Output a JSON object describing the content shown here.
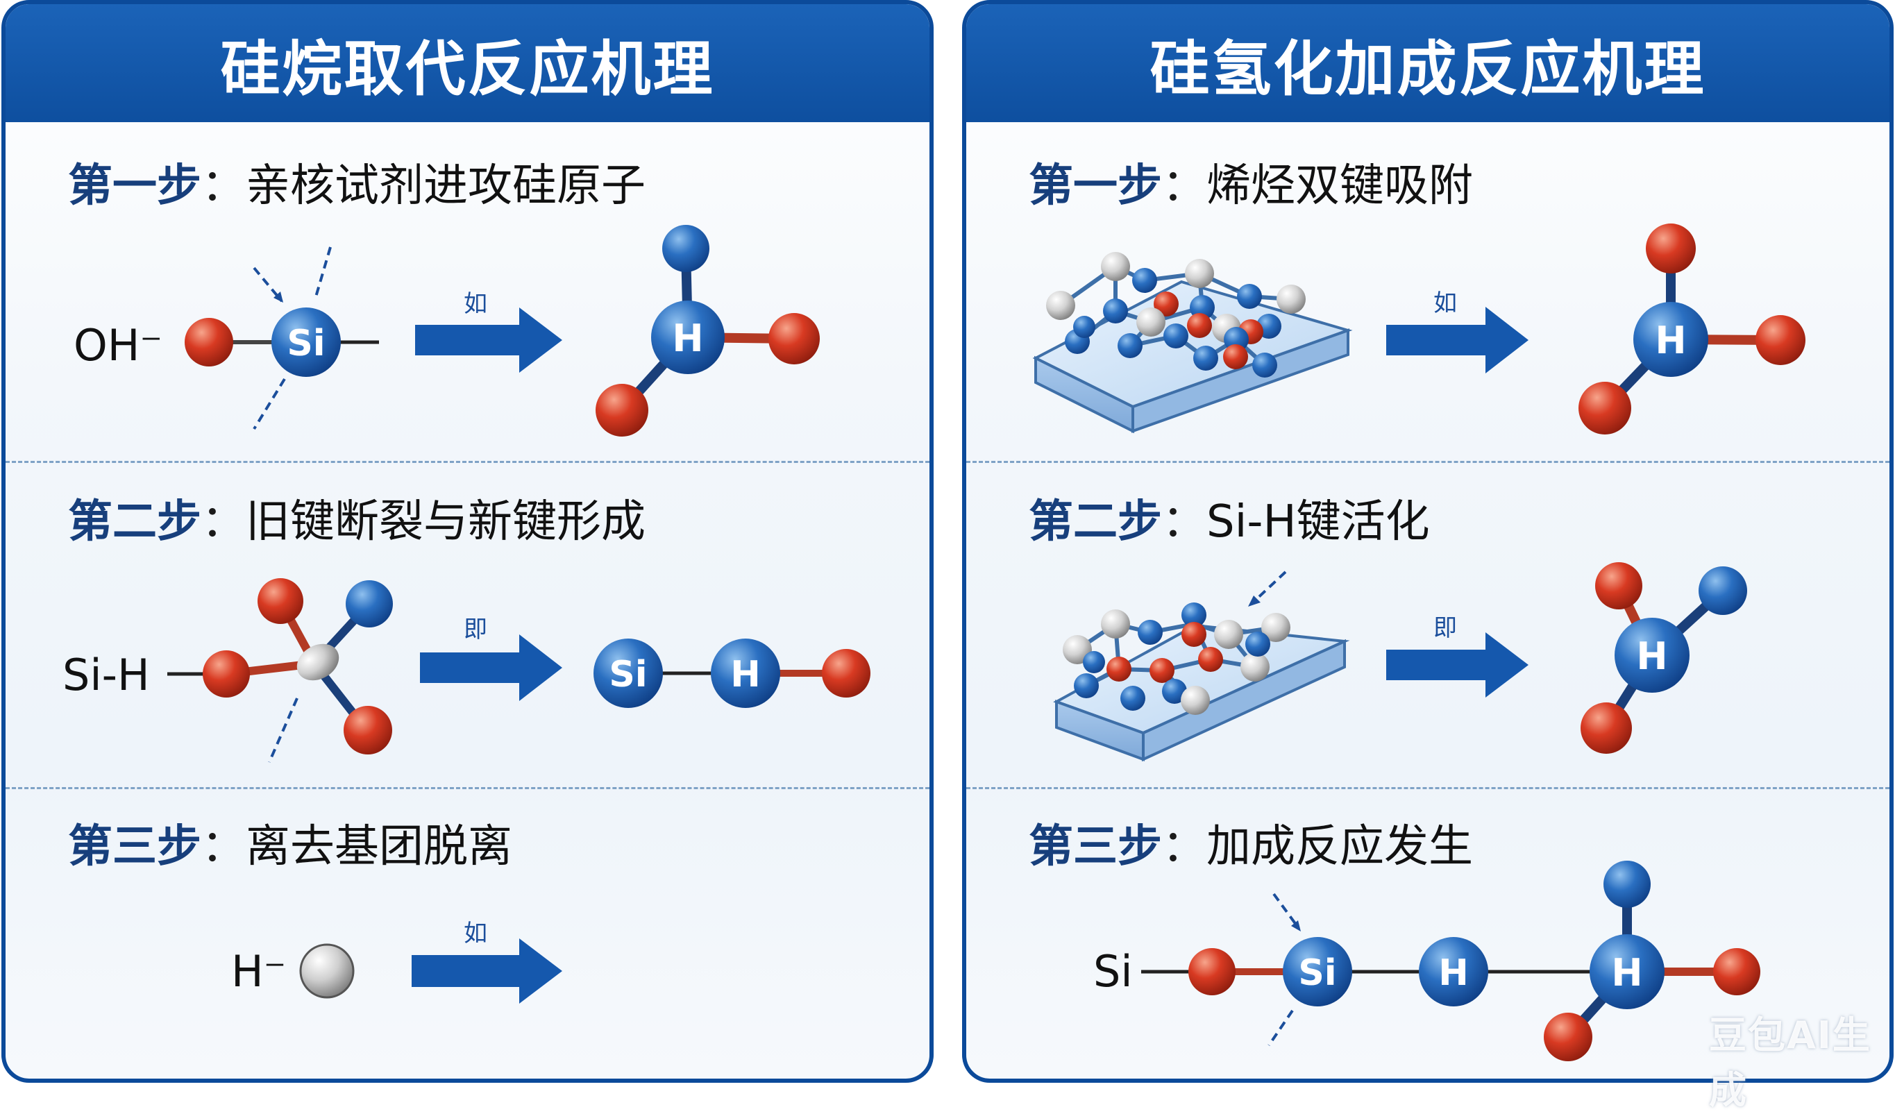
{
  "left_panel": {
    "title": "硅烷取代反应机理",
    "steps": [
      {
        "label": "第一步",
        "colon": "：",
        "text": "亲核试剂进攻硅原子",
        "reactant": "OH⁻",
        "arrow_label": "如",
        "center_atom": "Si",
        "product_atom": "H"
      },
      {
        "label": "第二步",
        "colon": "：",
        "text": "旧键断裂与新键形成",
        "reactant": "Si-H",
        "arrow_label": "即",
        "product_atoms": [
          "Si",
          "H"
        ]
      },
      {
        "label": "第三步",
        "colon": "：",
        "text": "离去基团脱离",
        "reactant": "H⁻",
        "arrow_label": "如"
      }
    ]
  },
  "right_panel": {
    "title": "硅氢化加成反应机理",
    "steps": [
      {
        "label": "第一步",
        "colon": "：",
        "text": "烯烃双键吸附",
        "arrow_label": "如",
        "product_atom": "H"
      },
      {
        "label": "第二步",
        "colon": "：",
        "text": "Si-H键活化",
        "arrow_label": "即",
        "product_atom": "H"
      },
      {
        "label": "第三步",
        "colon": "：",
        "text": "加成反应发生",
        "reactant": "Si",
        "chain_atoms": [
          "Si",
          "H",
          "H"
        ]
      }
    ]
  },
  "watermark": "豆包AI生成",
  "colors": {
    "banner": "#0e4f9f",
    "blue_atom": "#1f63b5",
    "red_atom": "#d23b22",
    "gray_atom": "#bdbdbd",
    "arrow": "#1558ad"
  }
}
